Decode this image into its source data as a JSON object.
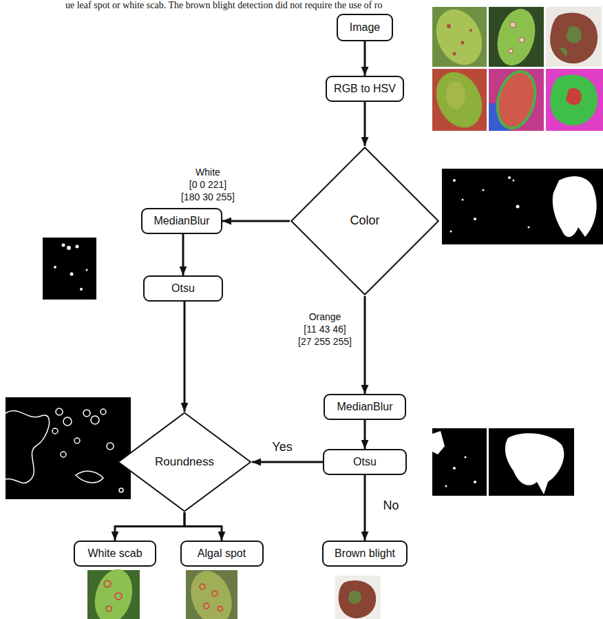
{
  "diagram": {
    "nodes": [
      {
        "text": [
          "Image"
        ]
      },
      {
        "text": [
          "RGB to HSV"
        ]
      },
      {
        "text": [
          "Color"
        ]
      },
      {
        "text": [
          "MedianBlur"
        ]
      },
      {
        "text": [
          "Otsu"
        ]
      },
      {
        "text": [
          "Roundness"
        ]
      },
      {
        "text": [
          "MedianBlur"
        ]
      },
      {
        "text": [
          "Otsu"
        ]
      },
      {
        "text": [
          "White scab"
        ]
      },
      {
        "text": [
          "Algal spot"
        ]
      },
      {
        "text": [
          "Brown blight"
        ]
      }
    ],
    "edges": [
      {
        "from": 0,
        "to": 1,
        "arrow": "to"
      },
      {
        "from": 1,
        "to": 2,
        "arrow": "to"
      },
      {
        "from": 2,
        "to": 3,
        "label": "White [0 0 221] [180 30 255]",
        "arrow": "to"
      },
      {
        "from": 3,
        "to": 4,
        "arrow": "to"
      },
      {
        "from": 4,
        "to": 5,
        "arrow": "to"
      },
      {
        "from": 2,
        "to": 6,
        "label": "Orange [11 43 46] [27 255 255]",
        "arrow": "to"
      },
      {
        "from": 6,
        "to": 7,
        "arrow": "to"
      },
      {
        "from": 7,
        "to": 5,
        "label": "Yes",
        "arrow": "to"
      },
      {
        "from": 7,
        "to": 10,
        "label": "No",
        "arrow": "to"
      },
      {
        "from": 5,
        "to": 8,
        "arrow": "to"
      },
      {
        "from": 5,
        "to": 9,
        "arrow": "to"
      }
    ],
    "labels": [
      "ue leaf spot or white scab. The brown blight detection did not require the use of ro"
    ]
  }
}
